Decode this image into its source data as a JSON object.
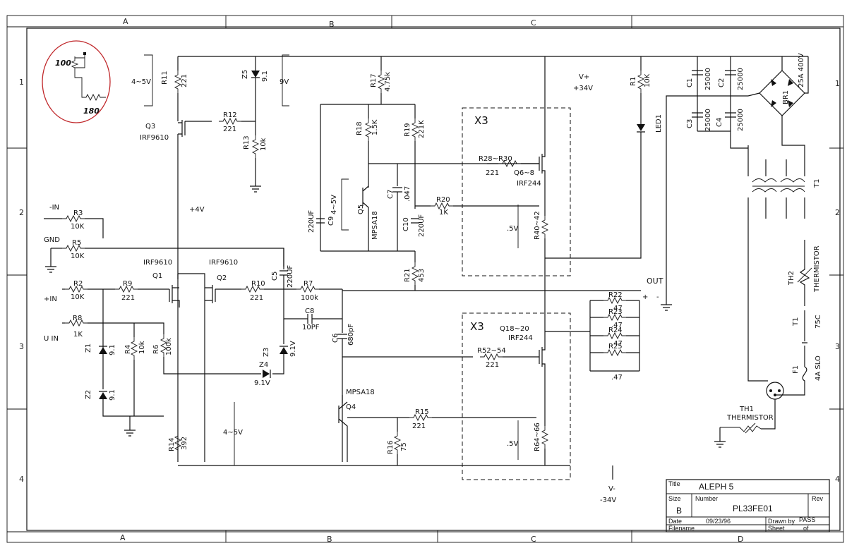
{
  "border": {
    "cols": [
      "A",
      "B",
      "C",
      "D"
    ],
    "rows": [
      "1",
      "2",
      "3",
      "4"
    ]
  },
  "annotation": {
    "upper_value": "100",
    "lower_value": "180",
    "circle_color": "#c0282b"
  },
  "title_block": {
    "title_label": "Title",
    "title": "ALEPH 5",
    "size_label": "Size",
    "size": "B",
    "number_label": "Number",
    "number": "PL33FE01",
    "rev_label": "Rev",
    "date_label": "Date",
    "date": "09/23/96",
    "drawn_label": "Drawn by",
    "drawn": "PASS",
    "filename_label": "Filename",
    "sheet_label": "Sheet",
    "of_label": "of"
  },
  "labels": {
    "neg_in": "-IN",
    "gnd": "GND",
    "pos_in": "+IN",
    "u_in": "U IN",
    "r3": "R3",
    "r3v": "10K",
    "r5": "R5",
    "r5v": "10K",
    "r2": "R2",
    "r2v": "10K",
    "r9": "R9",
    "r9v": "221",
    "r8": "R8",
    "r8v": "1K",
    "r4": "R4",
    "r4v": "10k",
    "r6": "R6",
    "r6v": "100k",
    "z1": "Z1",
    "z1v": "9.1",
    "z2": "Z2",
    "z2v": "9.1",
    "q1": "Q1",
    "q1t": "IRF9610",
    "q2": "Q2",
    "q2t": "IRF9610",
    "r10": "R10",
    "r10v": "221",
    "r7": "R7",
    "r7v": "100k",
    "c5": "C5",
    "c5v": "220UF",
    "c8": "C8",
    "c8v": "10PF",
    "c6": "C6",
    "c6v": "680pF",
    "z3": "Z3",
    "z3v": "9.1V",
    "z4": "Z4",
    "z4v": "9.1V",
    "q4": "Q4",
    "q4t": "MPSA18",
    "r14": "R14",
    "r14v": "392",
    "r15": "R15",
    "r15v": "221",
    "r16": "R16",
    "r16v": "75",
    "v45b": "4~5V",
    "r11": "R11",
    "r11v": "221",
    "q3": "Q3",
    "q3t": "IRF9610",
    "r12": "R12",
    "r12v": "221",
    "r13": "R13",
    "r13v": "10k",
    "z5": "Z5",
    "z5v": "9.1",
    "v9": "9V",
    "v45a": "4~5V",
    "p4v": "+4V",
    "r17": "R17",
    "r17v": "4.75k",
    "r18": "R18",
    "r18v": "1.5K",
    "r19": "R19",
    "r19v": "221K",
    "c9": "C9",
    "c9v": "220UF",
    "q5": "Q5",
    "q5t": "MPSA18",
    "c7": "C7",
    "c7v": ".047",
    "c10": "C10",
    "c10v": "220UF",
    "r20": "R20",
    "r20v": "1K",
    "r21": "R21",
    "r21v": "453",
    "v45c": "4~5V",
    "x3a": "X3",
    "r28": "R28~R30",
    "r28v": "221",
    "q6": "Q6~8",
    "q6t": "IRF244",
    "r40": "R40~42",
    "v5a": ".5V",
    "x3b": "X3",
    "q18": "Q18~20",
    "q18t": "IRF244",
    "r52": "R52~54",
    "r52v": "221",
    "r64": "R64~66",
    "v5b": ".5V",
    "vplus": "V+",
    "vplusv": "+34V",
    "vminus": "V-",
    "vminusv": "-34V",
    "r1": "R1",
    "r1v": "10K",
    "led": "LED1",
    "c1": "C1",
    "c1v": "25000",
    "c2": "C2",
    "c2v": "25000",
    "c3": "C3",
    "c3v": "25000",
    "c4": "C4",
    "c4v": "25000",
    "br1": "BR1",
    "br1v": "25A 400V",
    "t1": "T1",
    "out": "OUT",
    "plus": "+",
    "minus": "-",
    "r22": "R22",
    "r23": "R23",
    "r24": "R24",
    "r25": "R25",
    "rv": ".47",
    "th2": "TH2",
    "thermistor": "THERMISTOR",
    "t1b": "T1",
    "t75": "75C",
    "f1": "F1",
    "f1v": "4A SLO",
    "th1": "TH1",
    "th1t": "THERMISTOR"
  }
}
